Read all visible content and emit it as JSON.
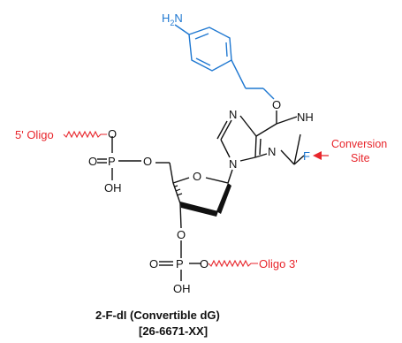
{
  "structure": {
    "linker_amine": {
      "main": "H",
      "sub": "2",
      "tail": "N"
    },
    "ether_oxygen": "O",
    "purine": {
      "n7": "N",
      "n1h": "NH",
      "n3": "N",
      "n9": "N",
      "fluorine": "F"
    },
    "sugar": {
      "ring_oxygen": "O",
      "five_prime_oxygen": "O",
      "three_prime_oxygen": "O"
    },
    "phosphate_top": {
      "bridge_oxygen": "O",
      "double_bond_oxygen": "O",
      "phosphorus": "P",
      "hydroxyl": "OH"
    },
    "phosphate_bottom": {
      "double_bond_oxygen": "O",
      "phosphorus": "P",
      "bridge_oxygen": "O",
      "hydroxyl": "OH"
    }
  },
  "labels": {
    "five_prime": "5' Oligo",
    "three_prime": "Oligo 3'",
    "conversion_line1": "Conversion",
    "conversion_line2": "Site"
  },
  "caption": {
    "title": "2-F-dI (Convertible dG)",
    "catalog": "[26-6671-XX]"
  },
  "colors": {
    "linker": "#1f78d1",
    "oligo_labels": "#e8262c",
    "bonds": "#111111"
  }
}
